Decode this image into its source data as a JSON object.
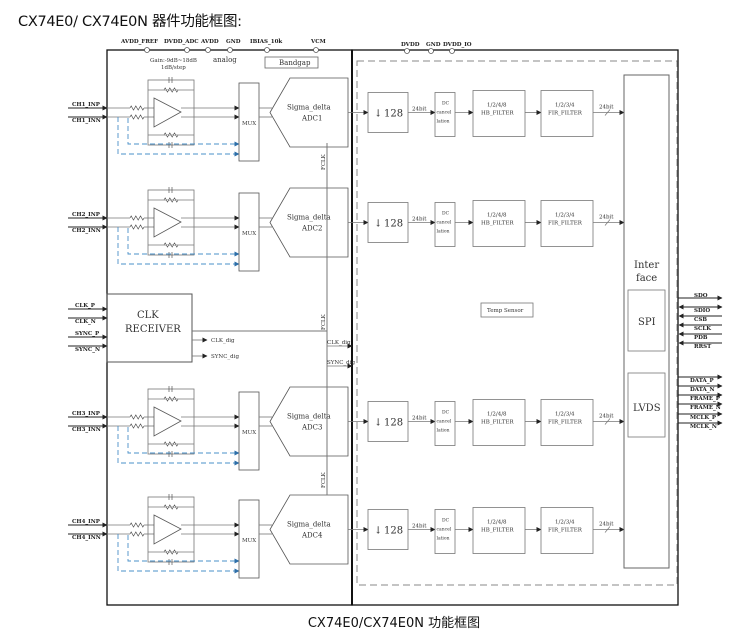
{
  "heading": "CX74E0/ CX74E0N 器件功能框图:",
  "caption": "CX74E0/CX74E0N  功能框图",
  "top_pins_analog": [
    "AVDD_FREF",
    "DVDD_ADC",
    "AVDD",
    "GND",
    "IBIAS_10k",
    "VCM"
  ],
  "top_pins_digital": [
    "DVDD",
    "GND",
    "DVDD_IO"
  ],
  "gain_note_line1": "Gain:-9dB~18dB",
  "gain_note_line2": "1dB/step",
  "analog_label": "analog",
  "bandgap_label": "Bandgap",
  "channels": [
    {
      "inp": "CH1_INP",
      "inn": "CH1_INN",
      "adc_line1": "Sigma_delta",
      "adc_line2": "ADC1"
    },
    {
      "inp": "CH2_INP",
      "inn": "CH2_INN",
      "adc_line1": "Sigma_delta",
      "adc_line2": "ADC2"
    },
    {
      "inp": "CH3_INP",
      "inn": "CH3_INN",
      "adc_line1": "Sigma_delta",
      "adc_line2": "ADC3"
    },
    {
      "inp": "CH4_INP",
      "inn": "CH4_INN",
      "adc_line1": "Sigma_delta",
      "adc_line2": "ADC4"
    }
  ],
  "mux_label": "MUX",
  "fclk_label": "FCLK",
  "clk_receiver": {
    "line1": "CLK",
    "line2": "RECEIVER",
    "inputs": [
      "CLK_P",
      "CLK_N",
      "SYNC_P",
      "SYNC_N"
    ],
    "outputs": [
      "CLK_dig",
      "SYNC_dig"
    ]
  },
  "digital_chain": {
    "decimator": "128",
    "bus_width": "24bit",
    "dc_cancel": [
      "DC",
      "cancel",
      "lation"
    ],
    "hb_filter": [
      "1/2/4/8",
      "HB_FILTER"
    ],
    "fir_filter": [
      "1/2/3/4",
      "FIR_FILTER"
    ]
  },
  "temp_sensor": "Temp Sensor",
  "interface": {
    "line1": "Inter",
    "line2": "face",
    "spi": "SPI",
    "lvds": "LVDS"
  },
  "spi_pins": [
    "SDO",
    "SDIO",
    "CSB",
    "SCLK",
    "PDB",
    "RRST"
  ],
  "lvds_pins": [
    "DATA_P",
    "DATA_N",
    "FRAME_P",
    "FRAME_N",
    "MCLK_P",
    "MCLK_N"
  ],
  "colors": {
    "line": "#555555",
    "frame": "#111111",
    "dashed_blue": "#4a90c8",
    "dashed_gray": "#888888"
  }
}
